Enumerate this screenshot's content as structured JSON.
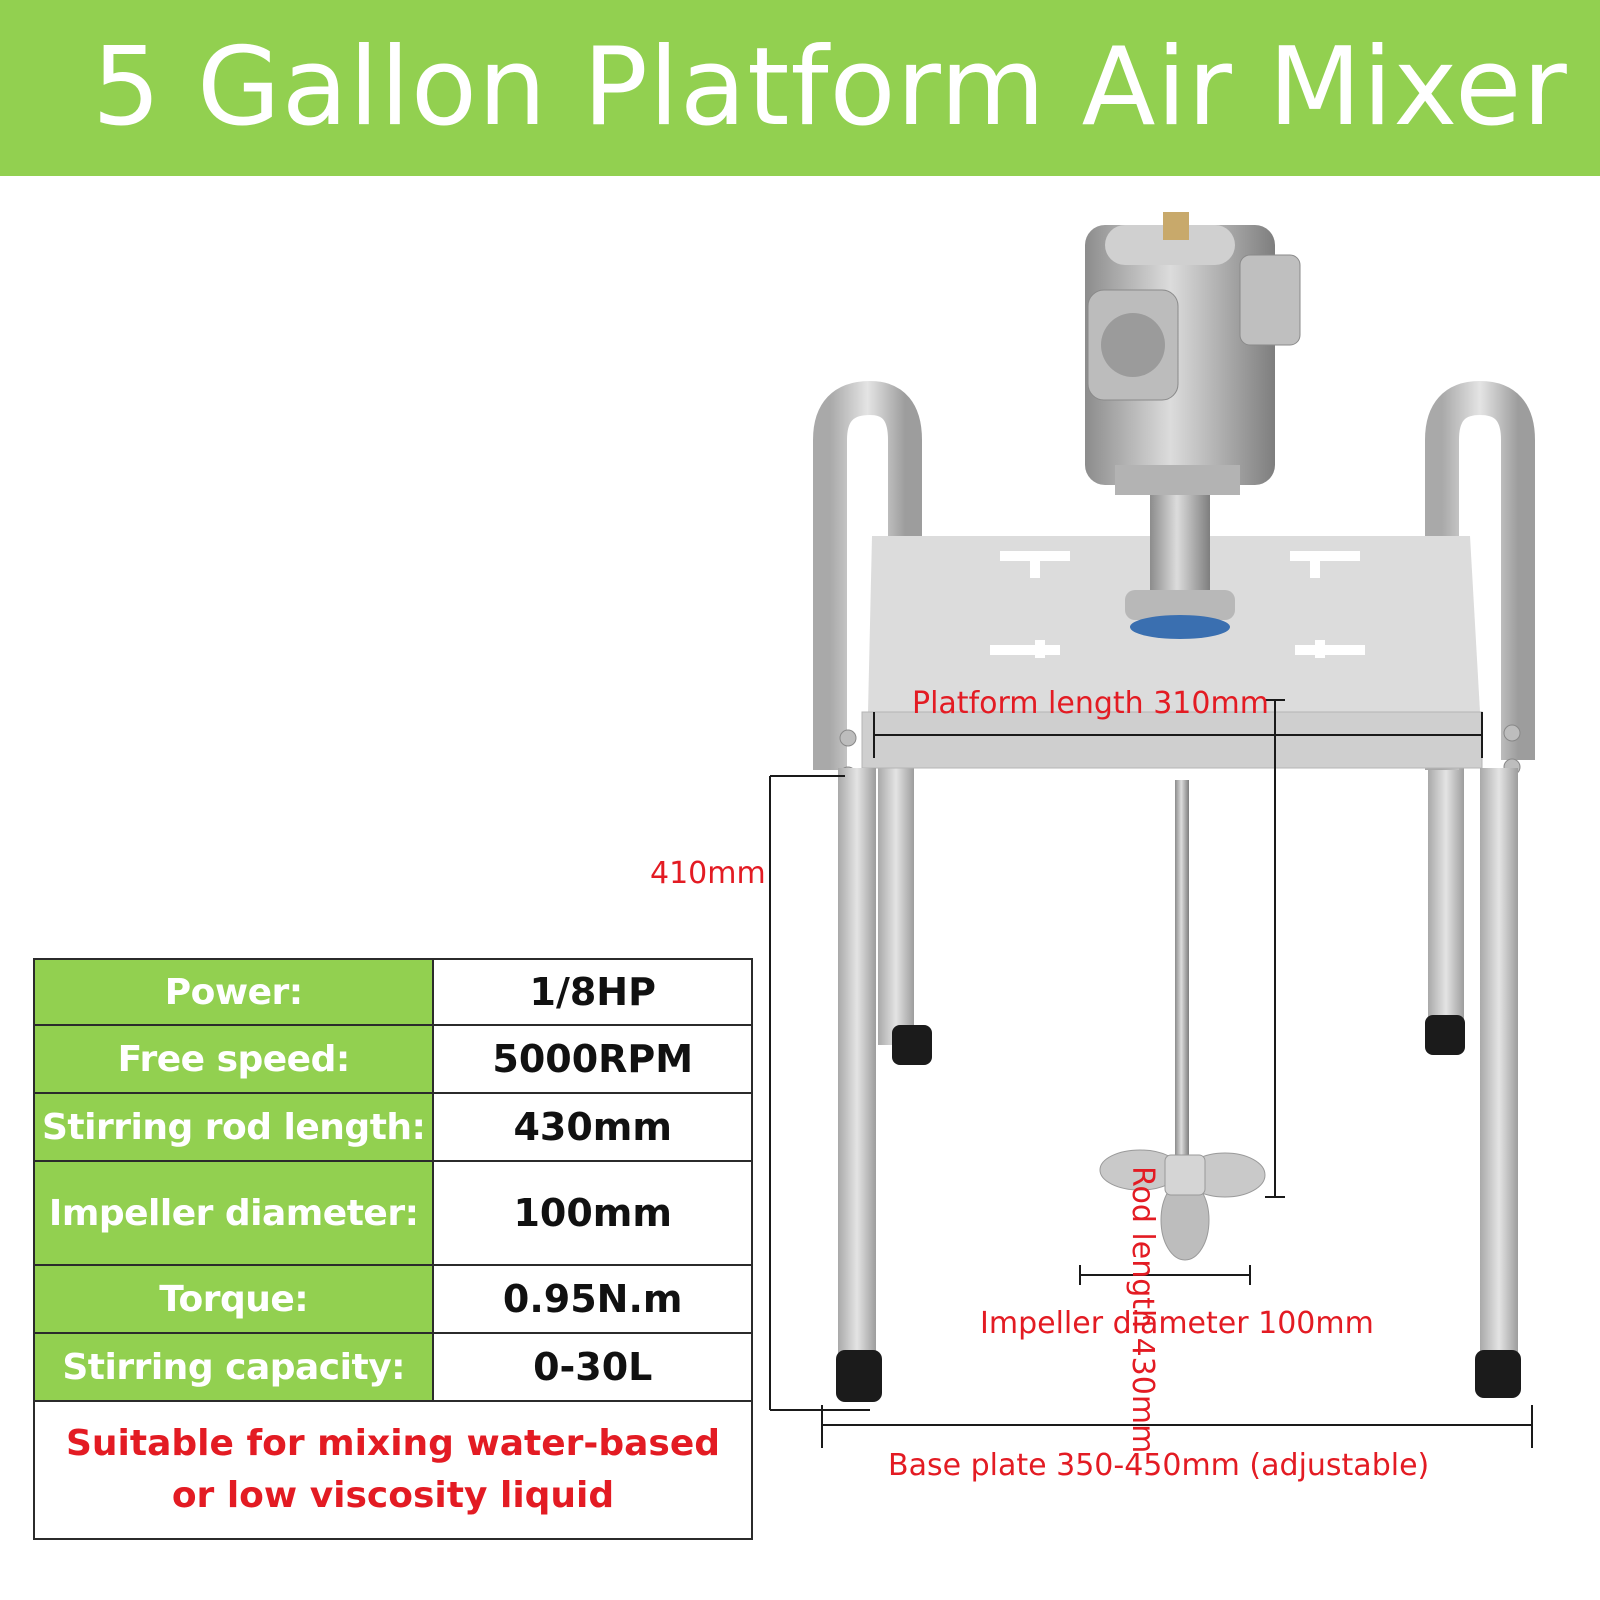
{
  "header": {
    "title": "5 Gallon Platform Air Mixer"
  },
  "dimensions": {
    "platform_length": "Platform length 310mm",
    "height": "410mm",
    "rod_length": "Rod length 430mm",
    "impeller_diameter": "Impeller diameter 100mm",
    "base_plate": "Base plate 350-450mm (adjustable)"
  },
  "specs": {
    "rows": [
      {
        "label": "Power:",
        "value": "1/8HP"
      },
      {
        "label": "Free speed:",
        "value": "5000RPM"
      },
      {
        "label": "Stirring rod length:",
        "value": "430mm"
      },
      {
        "label": "Impeller diameter:",
        "value": "100mm"
      },
      {
        "label": "Torque:",
        "value": "0.95N.m"
      },
      {
        "label": "Stirring capacity:",
        "value": "0-30L"
      }
    ],
    "note_line1": "Suitable for mixing water-based",
    "note_line2": "or low viscosity liquid"
  },
  "colors": {
    "banner": "#92d050",
    "dimension_text": "#e31b23",
    "frame": "#c8c8c8"
  },
  "icons": {
    "product": "air-mixer-illustration"
  }
}
